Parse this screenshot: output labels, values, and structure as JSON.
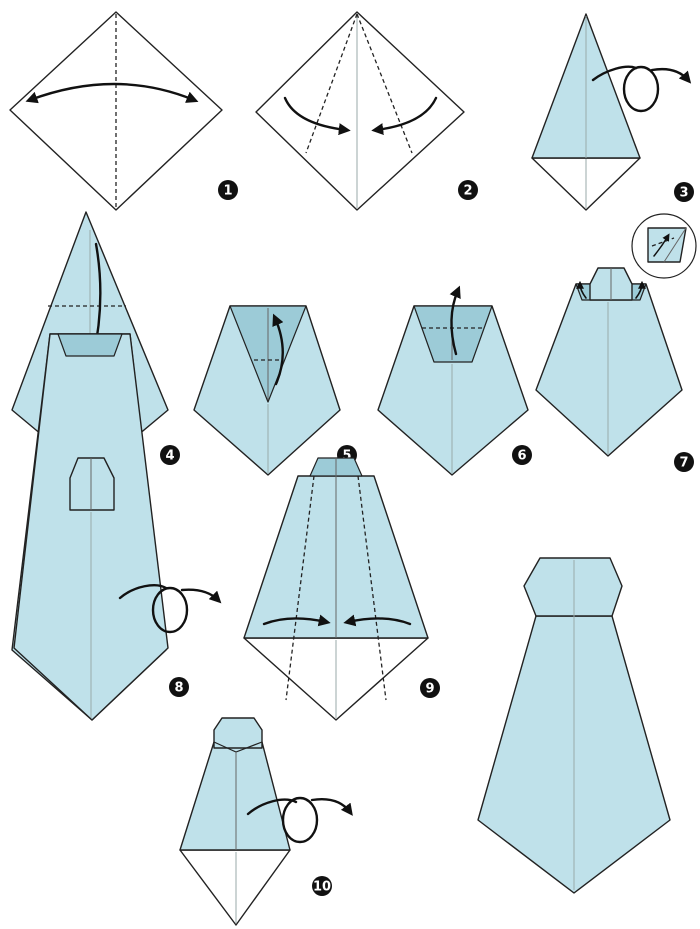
{
  "steps": [
    "1",
    "2",
    "3",
    "4",
    "5",
    "6",
    "7",
    "8",
    "9",
    "10"
  ],
  "colors": {
    "paper": "#bfe1ea",
    "paper_shadow": "#9ccbd7",
    "outline": "#222222",
    "badge": "#111111"
  }
}
